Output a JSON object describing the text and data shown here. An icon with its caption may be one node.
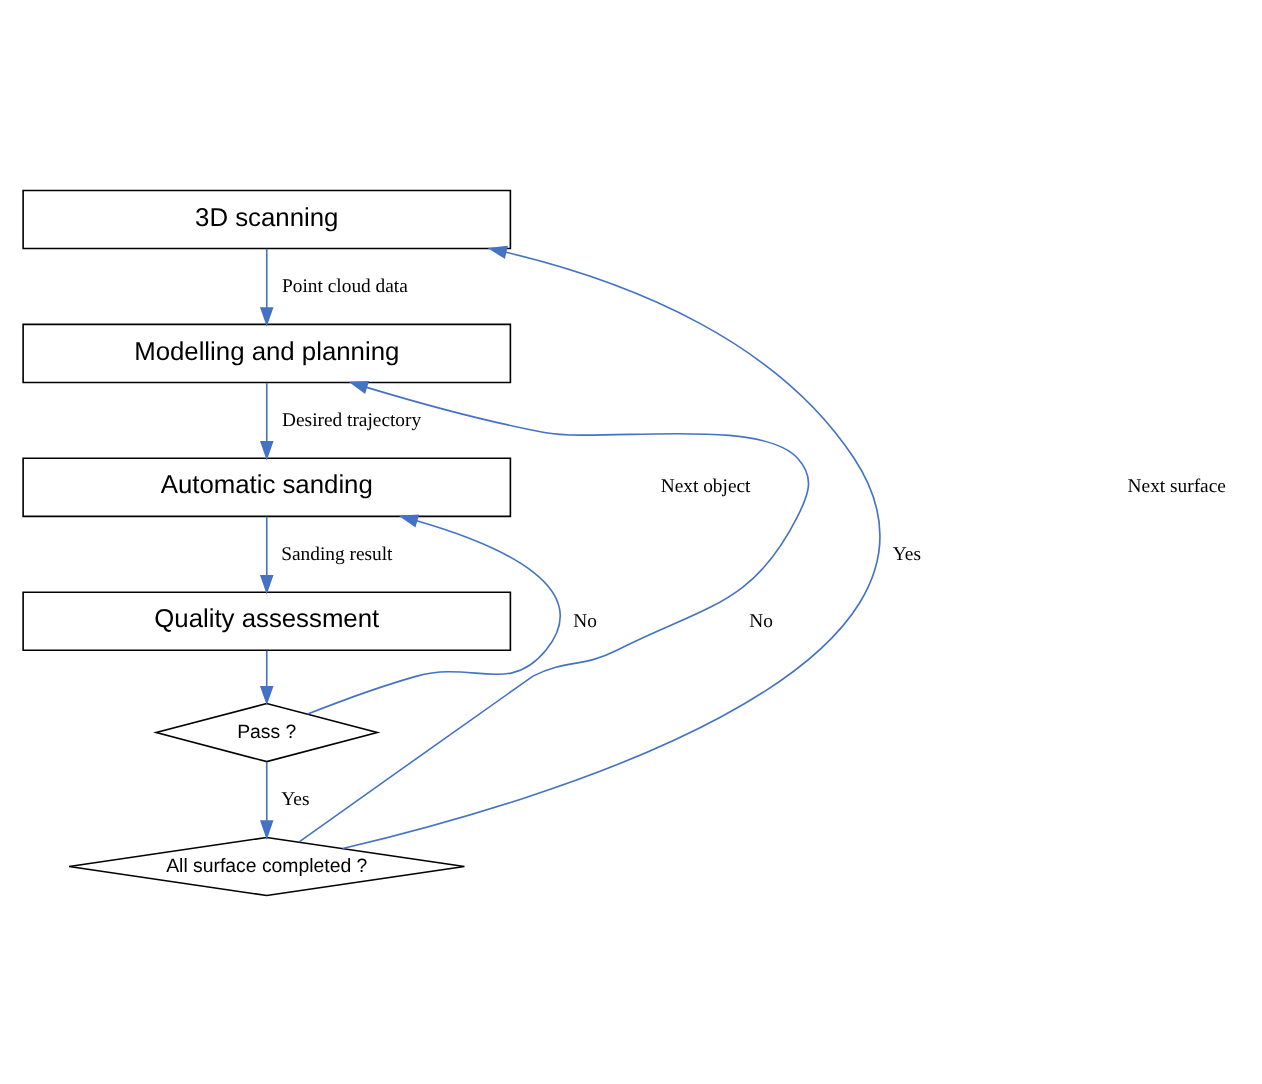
{
  "diagram": {
    "nodes": [
      {
        "text": [
          "3D scanning"
        ]
      },
      {
        "text": [
          "Modelling and planning"
        ]
      },
      {
        "text": [
          "Automatic sanding"
        ]
      },
      {
        "text": [
          "Quality assessment"
        ]
      },
      {
        "text": [
          "Pass ?"
        ]
      },
      {
        "text": [
          "All surface completed ?"
        ]
      }
    ],
    "edges": [
      {
        "from": 0,
        "to": 1,
        "arrow": "to",
        "label": "Point cloud data"
      },
      {
        "from": 1,
        "to": 2,
        "arrow": "to",
        "label": "Desired trajectory"
      },
      {
        "from": 2,
        "to": 3,
        "arrow": "to",
        "label": "Sanding result"
      },
      {
        "from": 3,
        "to": 4,
        "arrow": "to"
      },
      {
        "from": 4,
        "to": 2,
        "arrow": "to",
        "label": "No"
      },
      {
        "from": 4,
        "to": 5,
        "arrow": "to",
        "label": "Yes"
      },
      {
        "from": 5,
        "to": 1,
        "arrow": "to",
        "label": "No"
      },
      {
        "from": 5,
        "to": 0,
        "arrow": "to",
        "label": "Yes"
      }
    ],
    "labels": [
      "Next object",
      "Next surface"
    ]
  }
}
